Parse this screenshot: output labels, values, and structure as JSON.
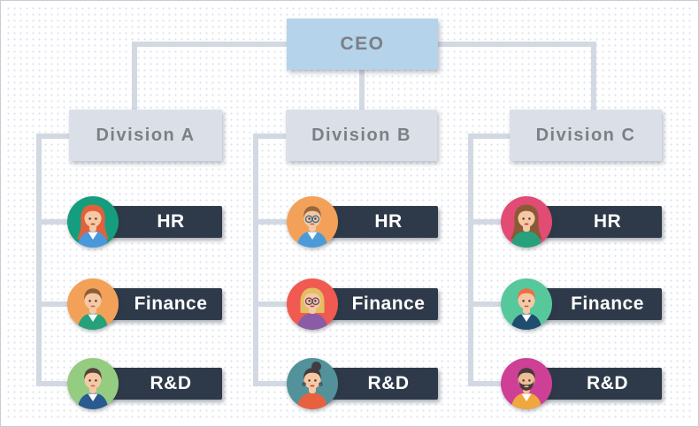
{
  "root": {
    "label": "CEO"
  },
  "divisions": [
    {
      "label": "Division A",
      "teams": [
        {
          "label": "HR",
          "avatar": {
            "person": "woman-long-red-hair",
            "bg": "#169d7d",
            "hair": "#e2603c",
            "skin": "#f6c9a4",
            "torso": "#4a98d9",
            "collar": true,
            "style": "long",
            "glasses": false,
            "beard": false,
            "earrings": false,
            "lip": "#c0392b"
          }
        },
        {
          "label": "Finance",
          "avatar": {
            "person": "man-brown-hair-green-sweater",
            "bg": "#f3a159",
            "hair": "#8a5d3b",
            "skin": "#f6c9a4",
            "torso": "#27a17b",
            "collar": true,
            "style": "short",
            "glasses": false,
            "beard": false,
            "earrings": false
          }
        },
        {
          "label": "R&D",
          "avatar": {
            "person": "man-dark-hair-navy-sweater",
            "bg": "#94cc81",
            "hair": "#56433a",
            "skin": "#f6c9a4",
            "torso": "#2a5b8f",
            "collar": true,
            "style": "short",
            "glasses": false,
            "beard": false,
            "earrings": false
          }
        }
      ]
    },
    {
      "label": "Division B",
      "teams": [
        {
          "label": "HR",
          "avatar": {
            "person": "man-glasses-blue-sweater",
            "bg": "#f3a159",
            "hair": "#98663d",
            "skin": "#f6c9a4",
            "torso": "#4a9bd8",
            "collar": true,
            "style": "short",
            "glasses": true,
            "glasses_color": "#3d6f8e",
            "beard": false,
            "earrings": false
          }
        },
        {
          "label": "Finance",
          "avatar": {
            "person": "woman-blonde-glasses-purple-top",
            "bg": "#f05a50",
            "hair": "#e5bd63",
            "skin": "#f6c9a4",
            "torso": "#8a5ca5",
            "collar": false,
            "style": "bob",
            "glasses": true,
            "glasses_color": "#6e4a66",
            "beard": false,
            "earrings": false,
            "lip": "#b5485e"
          }
        },
        {
          "label": "R&D",
          "avatar": {
            "person": "woman-dark-bun-orange-top",
            "bg": "#53919b",
            "hair": "#413c40",
            "skin": "#f6c9a4",
            "torso": "#e8613f",
            "collar": false,
            "style": "bun",
            "glasses": false,
            "beard": false,
            "earrings": true,
            "lip": "#c0392b"
          }
        }
      ]
    },
    {
      "label": "Division C",
      "teams": [
        {
          "label": "HR",
          "avatar": {
            "person": "woman-brown-hair-green-top",
            "bg": "#e14b74",
            "hair": "#8a5a36",
            "skin": "#f6c9a4",
            "torso": "#27a17b",
            "collar": false,
            "style": "long",
            "glasses": false,
            "beard": false,
            "earrings": false,
            "lip": "#c0392b"
          }
        },
        {
          "label": "Finance",
          "avatar": {
            "person": "man-orange-hair-navy-shirt",
            "bg": "#57c89c",
            "hair": "#ee6f42",
            "skin": "#f6c9a4",
            "torso": "#1f4d6e",
            "collar": true,
            "style": "short",
            "glasses": false,
            "beard": false,
            "earrings": false
          }
        },
        {
          "label": "R&D",
          "avatar": {
            "person": "man-beard-yellow-sweater",
            "bg": "#ce3f96",
            "hair": "#463b39",
            "skin": "#f0bd96",
            "torso": "#f0a73e",
            "collar": true,
            "style": "short",
            "glasses": false,
            "beard": true,
            "earrings": false
          }
        }
      ]
    }
  ],
  "colors": {
    "ceo_box": "#b5d3ea",
    "division_box": "#dbe0e8",
    "connector": "#d3d9e2",
    "bar": "#2e3a49",
    "box_text": "#7c7f83",
    "bar_text": "#ffffff",
    "grid_dot": "#dbe1ee"
  }
}
